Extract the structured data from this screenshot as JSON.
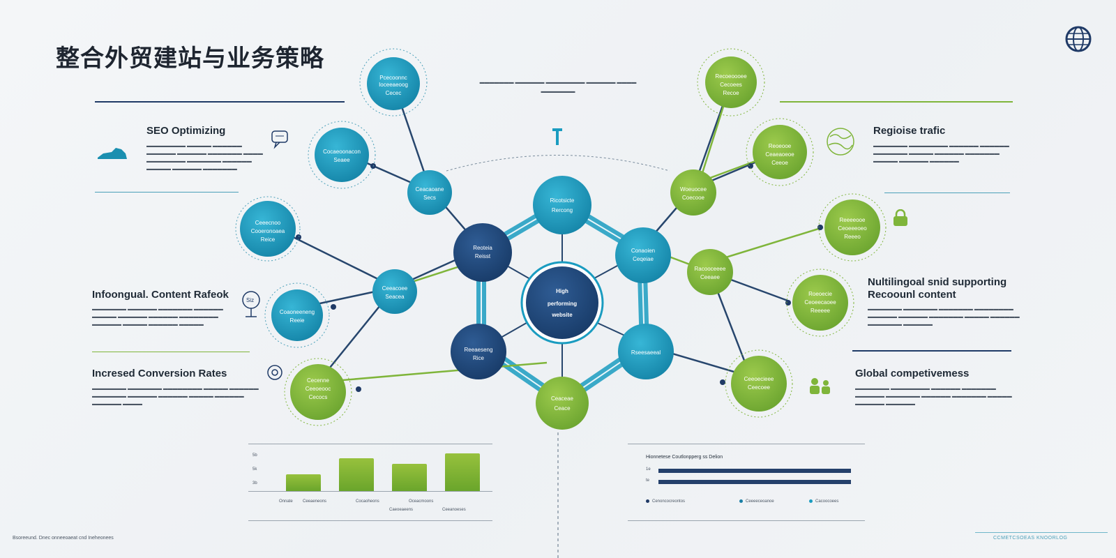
{
  "title": "整合外贸建站与业务策略",
  "top_paragraph": "▬▬▬▬▬▬▬ ▬▬▬▬▬▬ ▬▬▬▬▬▬▬▬ ▬▬▬▬▬▬ ▬▬▬▬ ▬▬▬▬▬▬▬",
  "center_node": "High performing website",
  "colors": {
    "teal": "#1a9cc0",
    "navy": "#1f4a7a",
    "green": "#7fb53a",
    "line": "#27466d"
  },
  "sections": {
    "seo": {
      "title": "SEO Optimizing",
      "text": "▬▬▬▬▬▬▬▬ ▬▬▬▬▬ ▬▬▬▬▬▬ ▬▬▬▬▬▬ ▬▬▬▬▬▬ ▬▬▬▬▬▬▬ ▬▬▬▬ ▬▬▬▬▬▬▬▬ ▬▬▬▬▬▬▬ ▬▬▬▬▬▬ ▬▬▬▬▬ ▬▬▬▬▬▬ ▬▬▬▬▬▬▬"
    },
    "content": {
      "title": "Infoongual. Content Rafeok",
      "text": "▬▬▬▬▬▬▬ ▬▬▬▬▬▬ ▬▬▬▬▬▬▬ ▬▬▬▬▬▬ ▬▬▬▬▬ ▬▬▬▬▬▬ ▬▬▬▬▬▬ ▬▬▬▬▬▬▬▬ ▬▬▬▬▬▬ ▬▬▬▬▬ ▬▬▬▬▬▬ ▬▬▬▬▬"
    },
    "conversion": {
      "title": "Incresed Conversion Rates",
      "text": "▬▬▬▬▬▬▬ ▬▬▬▬▬▬▬ ▬▬▬▬▬▬▬▬ ▬▬▬▬▬ ▬▬▬▬▬▬ ▬▬▬▬▬▬▬ ▬▬▬▬▬▬ ▬▬▬▬▬▬ ▬▬▬▬▬ ▬▬▬▬▬▬ ▬▬▬▬▬▬ ▬▬▬▬"
    },
    "traffic": {
      "title": "Regioise trafic",
      "text": "▬▬▬▬▬▬▬ ▬▬▬▬▬▬▬▬ ▬▬▬▬▬▬ ▬▬▬▬▬▬ ▬▬▬▬▬▬▬ ▬▬▬▬▬ ▬▬▬▬▬▬ ▬▬▬▬▬▬▬ ▬▬▬▬▬ ▬▬▬▬▬▬ ▬▬▬▬▬▬"
    },
    "multilingual": {
      "title_line1": "Nultilingoal snid supporting",
      "title_line2": "Recoounl content",
      "text": "▬▬▬▬▬▬▬ ▬▬▬▬▬▬▬ ▬▬▬▬▬▬▬ ▬▬▬▬▬▬▬▬ ▬▬▬▬▬▬ ▬▬▬▬▬▬ ▬▬▬▬▬▬▬ ▬▬▬▬▬ ▬▬▬▬▬▬ ▬▬▬▬▬▬▬ ▬▬▬▬▬▬"
    },
    "global": {
      "title": "Global competivemess",
      "text": "▬▬▬▬▬▬▬ ▬▬▬▬▬▬▬▬ ▬▬▬▬▬▬ ▬▬▬▬▬▬▬ ▬▬▬▬▬▬ ▬▬▬▬▬▬▬ ▬▬▬▬▬▬ ▬▬▬▬▬▬▬ ▬▬▬▬▬ ▬▬▬▬▬▬ ▬▬▬▬▬▬"
    }
  },
  "bar_chart": {
    "ticks": [
      "5b",
      "5k",
      "3b"
    ],
    "values": [
      26,
      50,
      42,
      58
    ],
    "categories": [
      "Onnate",
      "Ceeaeneons",
      "Cocaoheons",
      "Oceacmoons"
    ],
    "subcategories": [
      "",
      "",
      "Caeoeaeens",
      "Ceeanoeses"
    ]
  },
  "progress_chart": {
    "title": "Hionnetese Coutlonpperg ss Delion",
    "labels": [
      "1e",
      "te"
    ],
    "fractions": [
      1.0,
      1.0
    ],
    "legend": [
      "Cenoncocreontos",
      "Ceeeeceoanoe",
      "Cacoocoees"
    ]
  },
  "footer_left": "Bsoreeund. Dnec onneeoaeat cnd Ineheonees",
  "footer_right": "CCMETCSOEAS KNOORLOG"
}
